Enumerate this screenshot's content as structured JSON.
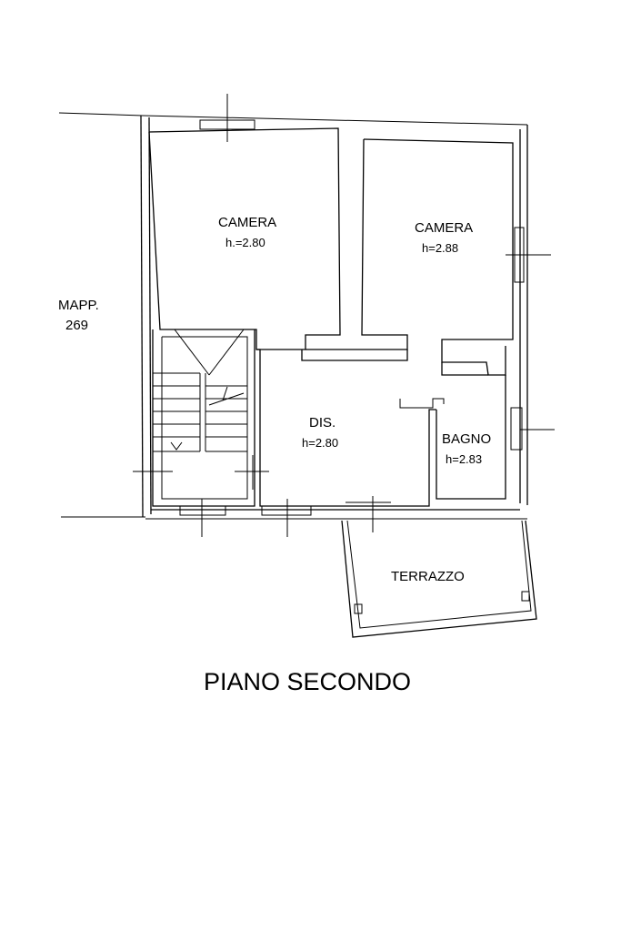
{
  "plan": {
    "title": "PIANO SECONDO",
    "parcel": {
      "line1": "MAPP.",
      "line2": "269"
    },
    "rooms": [
      {
        "id": "camera-left",
        "name": "CAMERA",
        "height": "h.=2.80"
      },
      {
        "id": "camera-right",
        "name": "CAMERA",
        "height": "h=2.88"
      },
      {
        "id": "dis",
        "name": "DIS.",
        "height": "h=2.80"
      },
      {
        "id": "bagno",
        "name": "BAGNO",
        "height": "h=2.83"
      },
      {
        "id": "terrazzo",
        "name": "TERRAZZO",
        "height": ""
      }
    ]
  }
}
